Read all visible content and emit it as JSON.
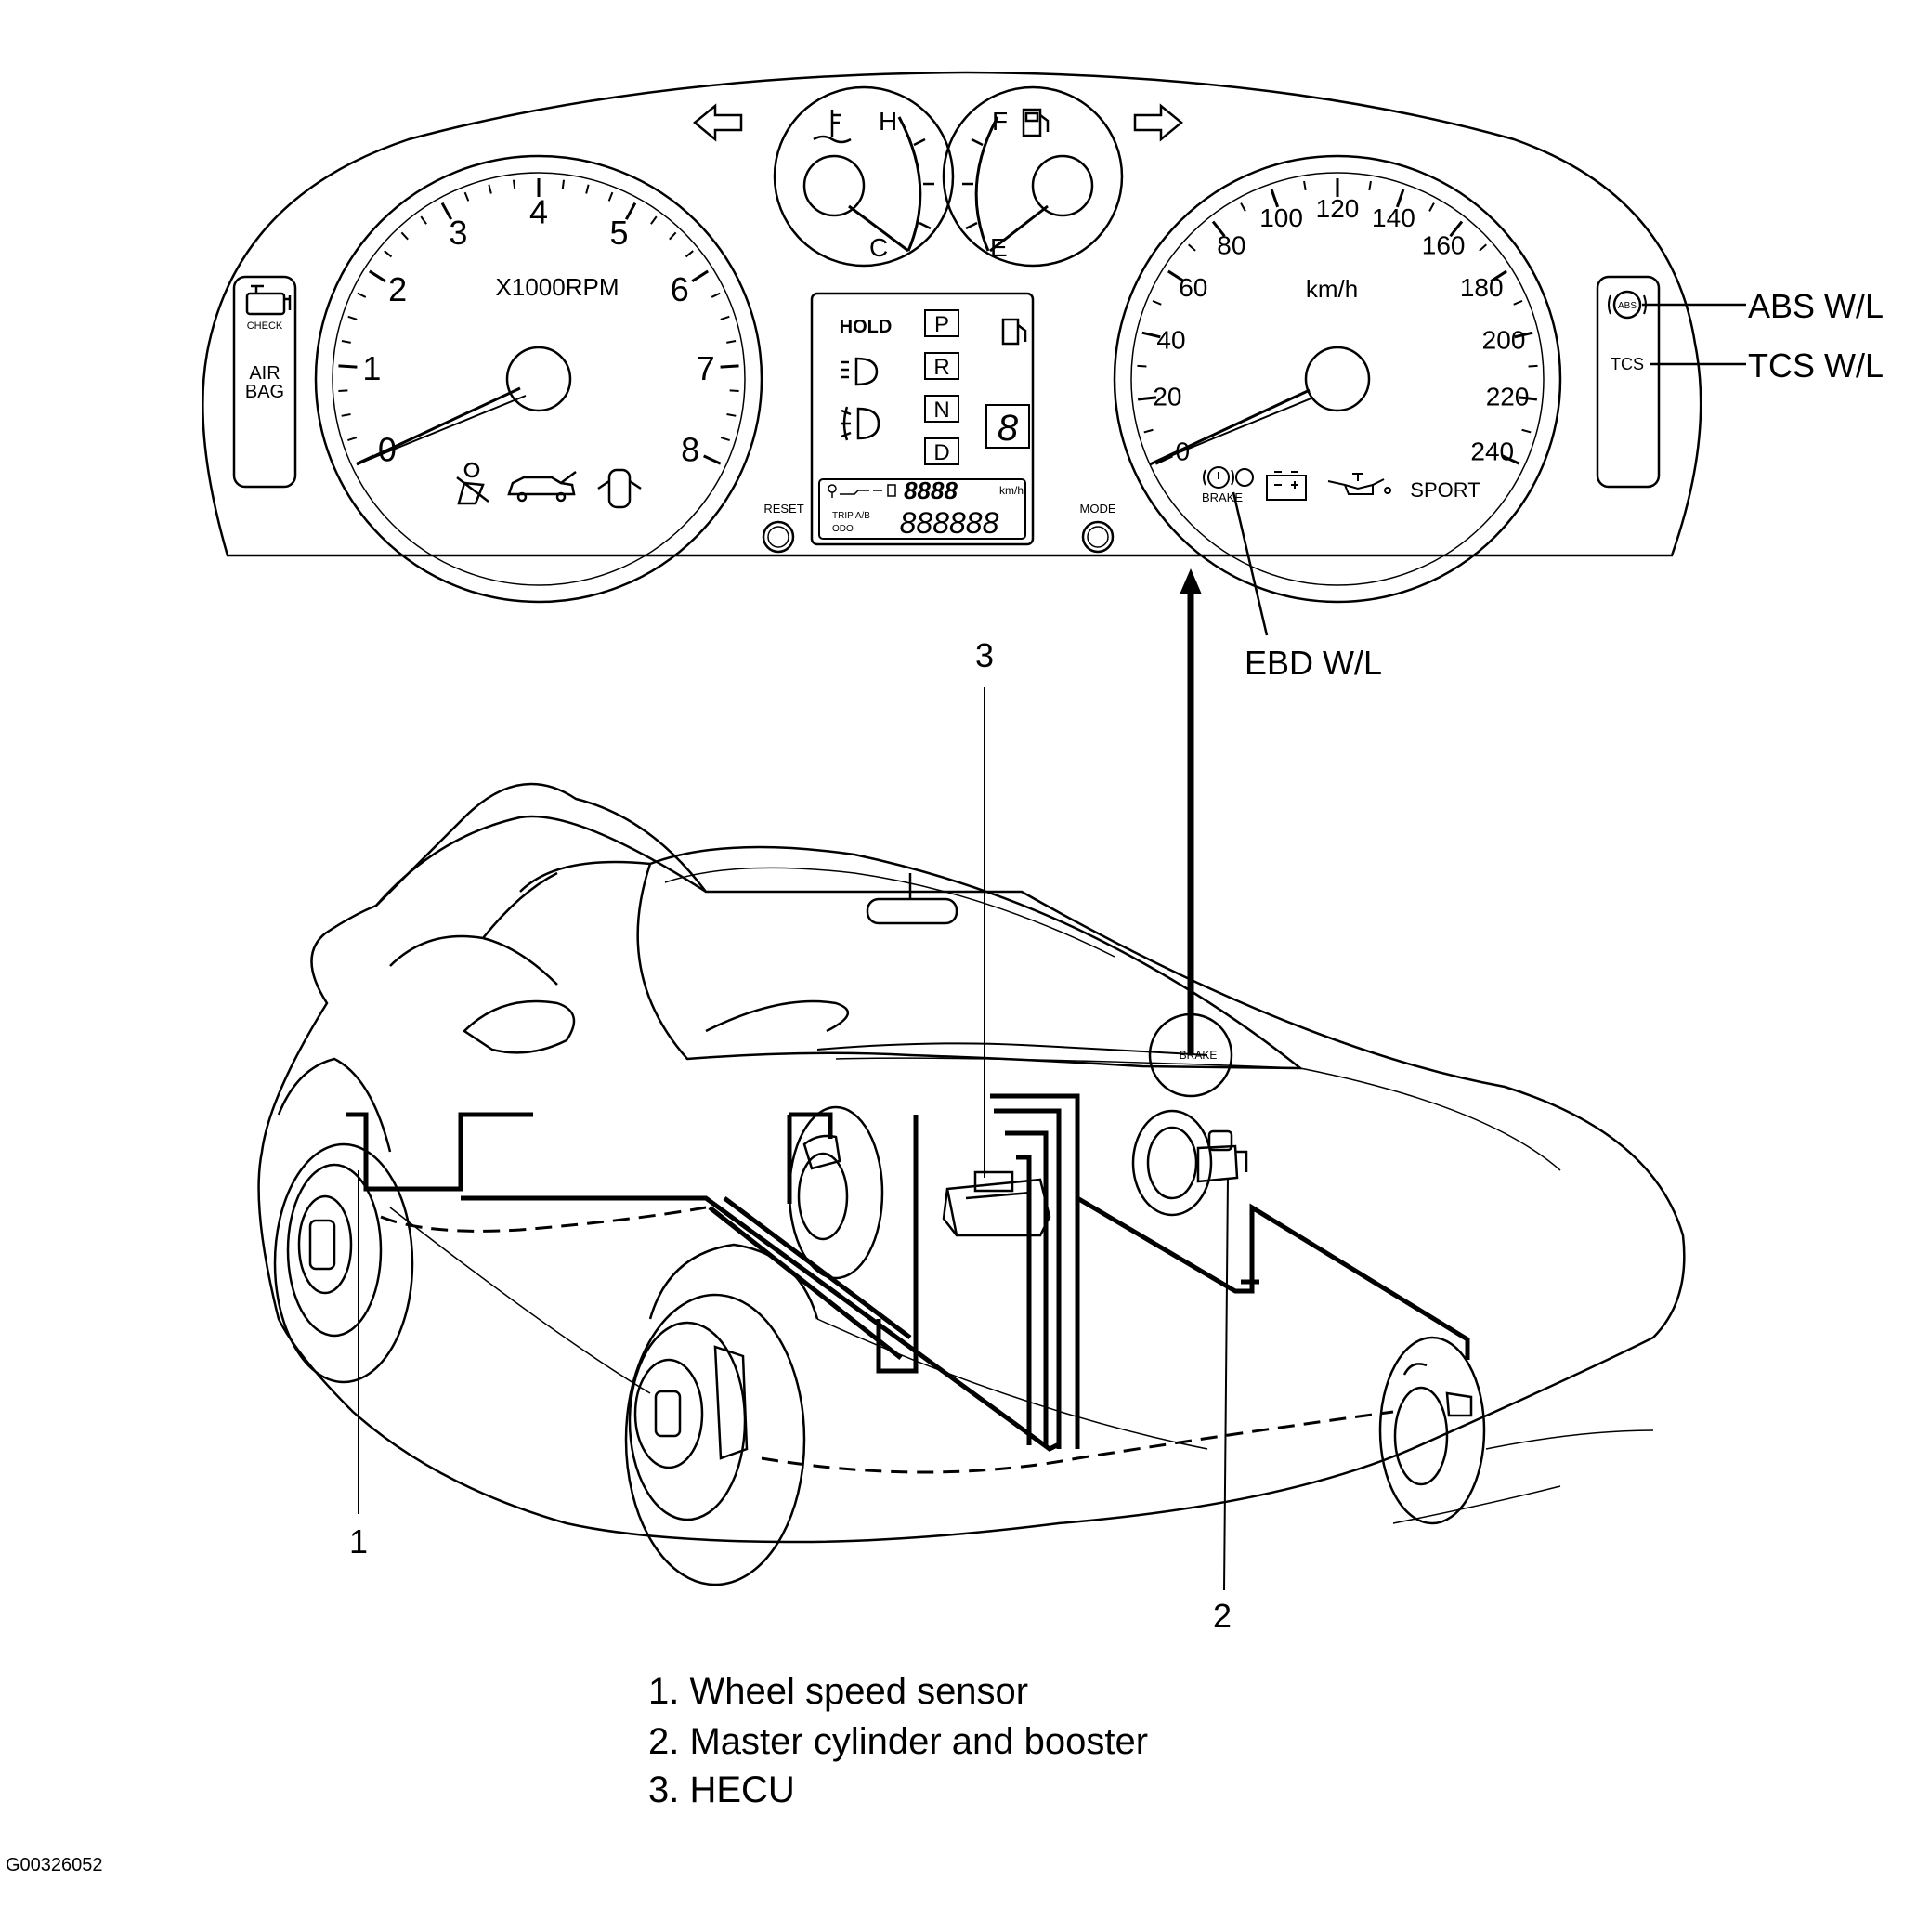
{
  "cluster": {
    "tach_numbers": [
      "0",
      "1",
      "2",
      "3",
      "4",
      "5",
      "6",
      "7",
      "8"
    ],
    "tach_unit": "X1000RPM",
    "speed_numbers": [
      "0",
      "20",
      "40",
      "60",
      "80",
      "100",
      "120",
      "140",
      "160",
      "180",
      "200",
      "220",
      "240"
    ],
    "speed_unit": "km/h",
    "temp_high": "H",
    "temp_low": "C",
    "fuel_full": "F",
    "fuel_empty": "E",
    "left_panel_check": "CHECK",
    "left_panel_airbag_1": "AIR",
    "left_panel_airbag_2": "BAG",
    "hold_label": "HOLD",
    "gears": [
      "P",
      "R",
      "N",
      "D"
    ],
    "gear_digit": "8",
    "lcd_top_digits": "8888",
    "lcd_unit": "km/h",
    "lcd_trip_label": "TRIP A/B",
    "lcd_odo_label": "ODO",
    "lcd_bottom_digits": "888888",
    "reset_label": "RESET",
    "mode_label": "MODE",
    "abs_badge": "ABS",
    "tcs_badge": "TCS",
    "brake_label": "BRAKE",
    "sport_label": "SPORT"
  },
  "callouts": {
    "abs_wl": "ABS W/L",
    "tcs_wl": "TCS W/L",
    "ebd_wl": "EBD W/L",
    "num1": "1",
    "num2": "2",
    "num3": "3",
    "inset_brake": "BRAKE"
  },
  "legend": [
    "1. Wheel speed sensor",
    "2. Master cylinder and booster",
    "3. HECU"
  ],
  "figure_code": "G00326052"
}
